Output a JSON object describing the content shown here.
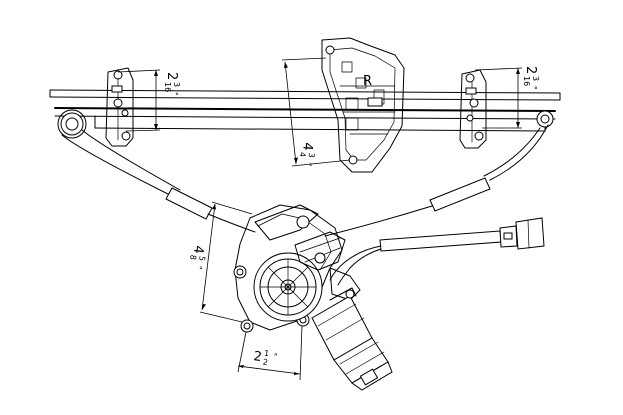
{
  "dimensions": {
    "left_bracket": {
      "whole": "2",
      "numerator": "3",
      "denominator": "16",
      "unit": "\""
    },
    "right_bracket": {
      "whole": "2",
      "numerator": "3",
      "denominator": "16",
      "unit": "\""
    },
    "mount_plate": {
      "whole": "4",
      "numerator": "3",
      "denominator": "4",
      "unit": "\""
    },
    "motor_height": {
      "whole": "4",
      "numerator": "5",
      "denominator": "8",
      "unit": "\""
    },
    "motor_width": {
      "whole": "2",
      "numerator": "1",
      "denominator": "2",
      "unit": "\""
    }
  },
  "plate_mark": "R"
}
